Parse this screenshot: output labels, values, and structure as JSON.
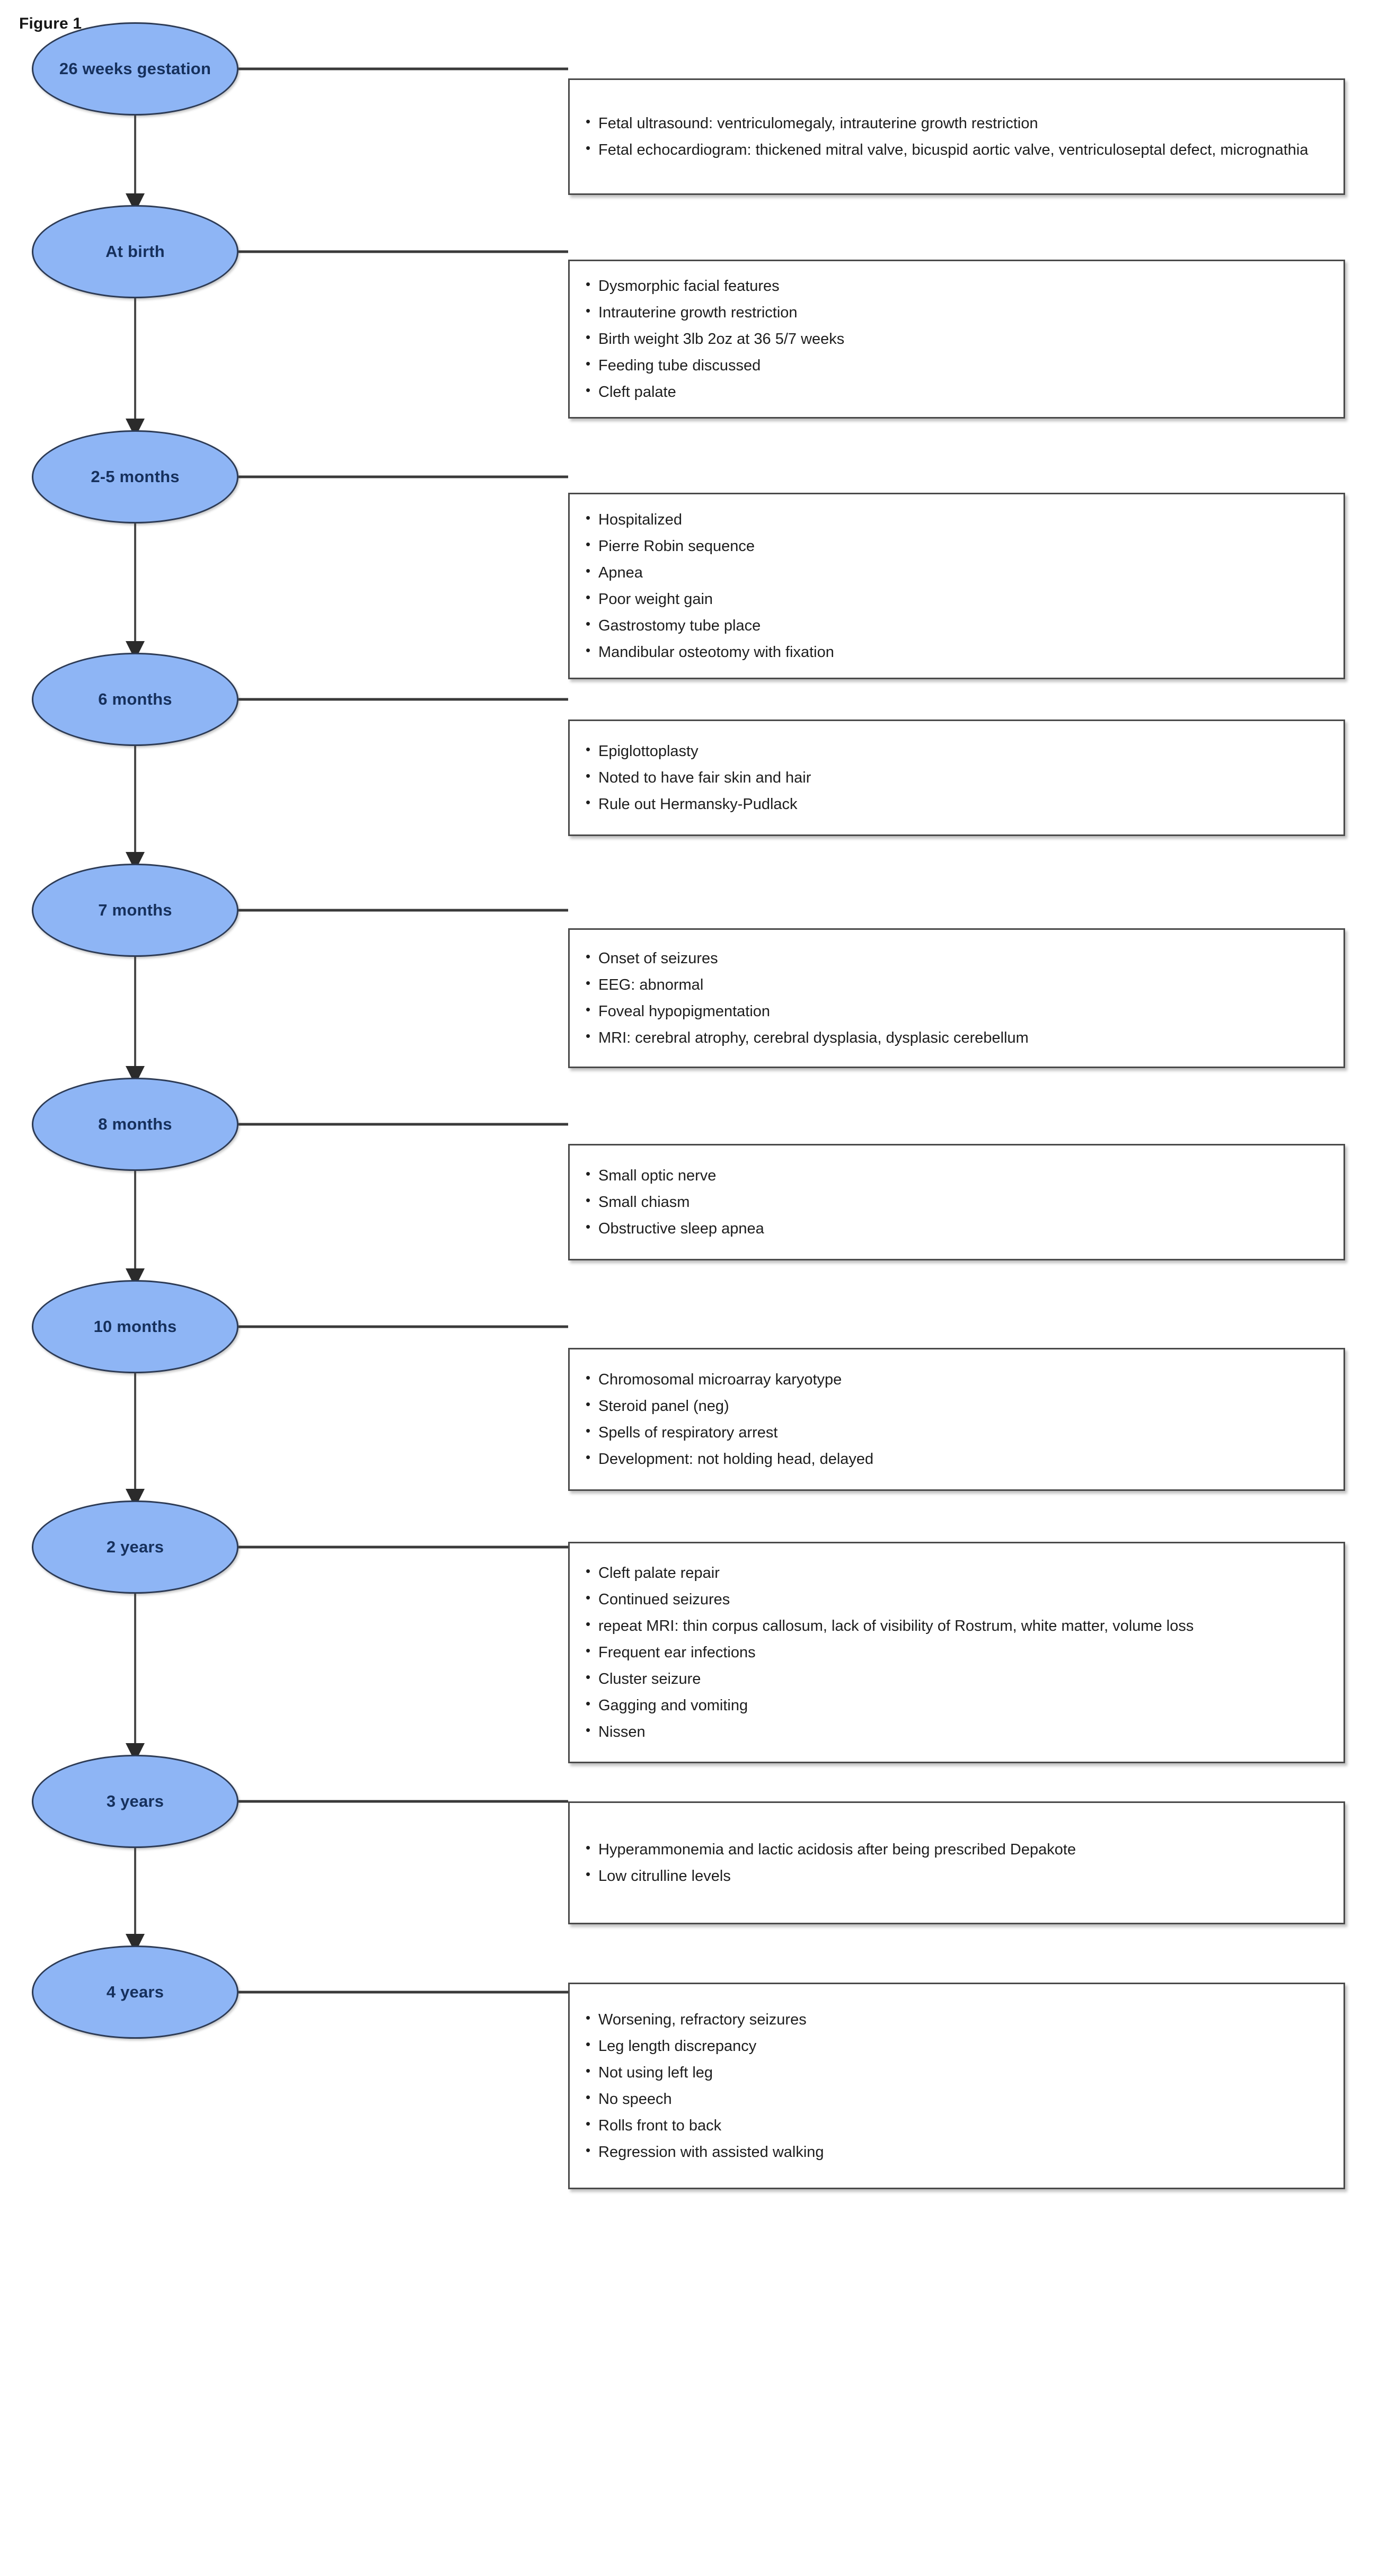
{
  "figure": {
    "label": "Figure 1",
    "type": "clinical-timeline-flowchart",
    "colors": {
      "node_fill": "#8EB5F5",
      "node_border": "#2d3b55",
      "node_text": "#16305c",
      "box_border": "#4a4a4a",
      "box_fill": "#ffffff",
      "connector": "#3a3a3a",
      "page_background": "#ffffff"
    }
  },
  "timeline": [
    {
      "stage": "26 weeks gestation",
      "findings": [
        "Fetal ultrasound: ventriculomegaly, intrauterine growth restriction",
        "Fetal echocardiogram: thickened mitral valve, bicuspid aortic valve, ventriculoseptal defect, micrognathia"
      ]
    },
    {
      "stage": "At birth",
      "findings": [
        "Dysmorphic facial features",
        "Intrauterine growth restriction",
        "Birth weight 3lb 2oz at 36 5/7 weeks",
        "Feeding tube discussed",
        "Cleft palate"
      ]
    },
    {
      "stage": "2-5 months",
      "findings": [
        "Hospitalized",
        "Pierre Robin sequence",
        "Apnea",
        "Poor weight gain",
        "Gastrostomy tube place",
        "Mandibular osteotomy with fixation"
      ]
    },
    {
      "stage": "6 months",
      "findings": [
        "Epiglottoplasty",
        "Noted to have fair skin and hair",
        "Rule out Hermansky-Pudlack"
      ]
    },
    {
      "stage": "7 months",
      "findings": [
        "Onset of seizures",
        "EEG: abnormal",
        "Foveal hypopigmentation",
        "MRI: cerebral atrophy, cerebral dysplasia, dysplasic cerebellum"
      ]
    },
    {
      "stage": "8 months",
      "findings": [
        "Small optic nerve",
        "Small chiasm",
        "Obstructive sleep apnea"
      ]
    },
    {
      "stage": "10 months",
      "findings": [
        "Chromosomal microarray karyotype",
        "Steroid panel (neg)",
        "Spells of respiratory arrest",
        "Development: not holding head, delayed"
      ]
    },
    {
      "stage": "2 years",
      "findings": [
        "Cleft palate repair",
        "Continued seizures",
        "repeat MRI: thin corpus callosum, lack of visibility of Rostrum, white matter, volume loss",
        "Frequent ear infections",
        "Cluster seizure",
        "Gagging and vomiting",
        "Nissen"
      ]
    },
    {
      "stage": "3 years",
      "findings": [
        "Hyperammonemia and lactic acidosis after being prescribed Depakote",
        "Low citrulline levels"
      ]
    },
    {
      "stage": "4 years",
      "findings": [
        "Worsening, refractory seizures",
        "Leg length discrepancy",
        "Not using left leg",
        "No speech",
        "Rolls front to back",
        "Regression with assisted walking"
      ]
    }
  ]
}
